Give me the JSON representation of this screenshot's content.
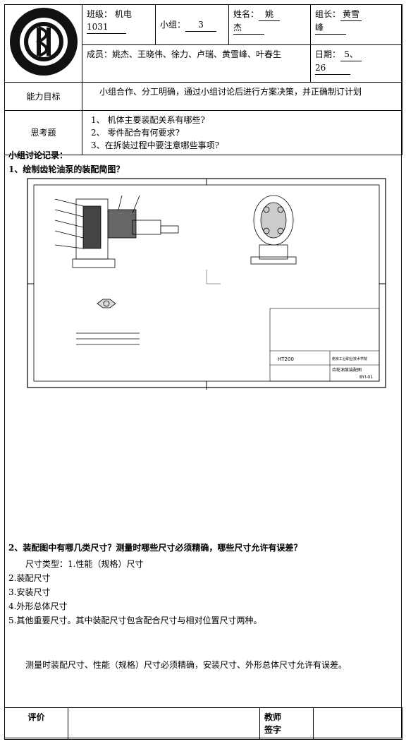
{
  "header": {
    "class_label": "班级：",
    "class_value_1": "机电",
    "class_value_2": "1031",
    "group_label": "小组：",
    "group_value": "3",
    "name_label": "姓名：",
    "name_value_1": "姚",
    "name_value_2": "杰",
    "leader_label": "组长：",
    "leader_value_1": "黄雪",
    "leader_value_2": "峰",
    "members_label": "成员：",
    "members_value": "姚杰、王晓伟、徐力、卢瑞、黄雪峰、叶春生",
    "date_label": "日期：",
    "date_value_1": "5、",
    "date_value_2": "26"
  },
  "ability": {
    "label": "能力目标",
    "text": "小组合作、分工明确，通过小组讨论后进行方案决策，并正确制订计划"
  },
  "questions": {
    "label": "思考题",
    "items": [
      "1、 机体主要装配关系有哪些?",
      "2、 零件配合有何要求?",
      "3、在拆装过程中要注意哪些事项?"
    ]
  },
  "discussion": {
    "title": "小组讨论记录：",
    "q1": "1、绘制齿轮油泵的装配简图？",
    "q2": "2、装配图中有哪几类尺寸？测量时哪些尺寸必须精确，哪些尺寸允许有误差？",
    "dim_types": "尺寸类型：1.性能（规格）尺寸",
    "dims": [
      "2.装配尺寸",
      "3.安装尺寸",
      "4.外形总体尺寸",
      "5.其他重要尺寸。其中装配尺寸包含配合尺寸与相对位置尺寸两种。"
    ],
    "conclusion": "测量时装配尺寸、性能（规格）尺寸必须精确，安装尺寸、外形总体尺寸允许有误差。"
  },
  "drawing_text": {
    "title_block_code": "HT200",
    "title_block_school": "南京工业职业技术学院",
    "title_block_name": "齿轮油泵装配图",
    "title_block_num": "BYI-01"
  },
  "footer": {
    "eval_label": "评价",
    "teacher_label_1": "教师",
    "teacher_label_2": "签字"
  }
}
